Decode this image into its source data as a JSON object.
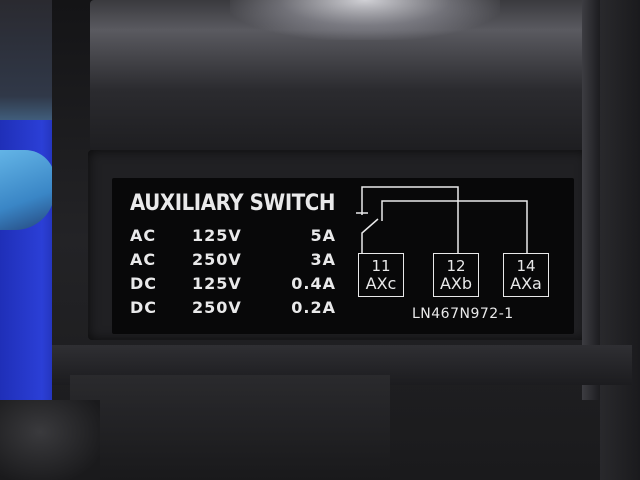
{
  "photo": {
    "subject": "auxiliary-switch-label",
    "label_color": "#080809",
    "text_color": "#e9e9ea",
    "housing_color": "#1b1b1d",
    "background_accent": "#2b3fd6"
  },
  "label": {
    "title": "AUXILIARY SWITCH",
    "ratings": [
      {
        "type": "AC",
        "voltage": "125V",
        "current": "5A"
      },
      {
        "type": "AC",
        "voltage": "250V",
        "current": "3A"
      },
      {
        "type": "DC",
        "voltage": "125V",
        "current": "0.4A"
      },
      {
        "type": "DC",
        "voltage": "250V",
        "current": "0.2A"
      }
    ],
    "terminals": [
      {
        "number": "11",
        "name": "AXc"
      },
      {
        "number": "12",
        "name": "AXb"
      },
      {
        "number": "14",
        "name": "AXa"
      }
    ],
    "part_number": "LN467N972-1"
  }
}
